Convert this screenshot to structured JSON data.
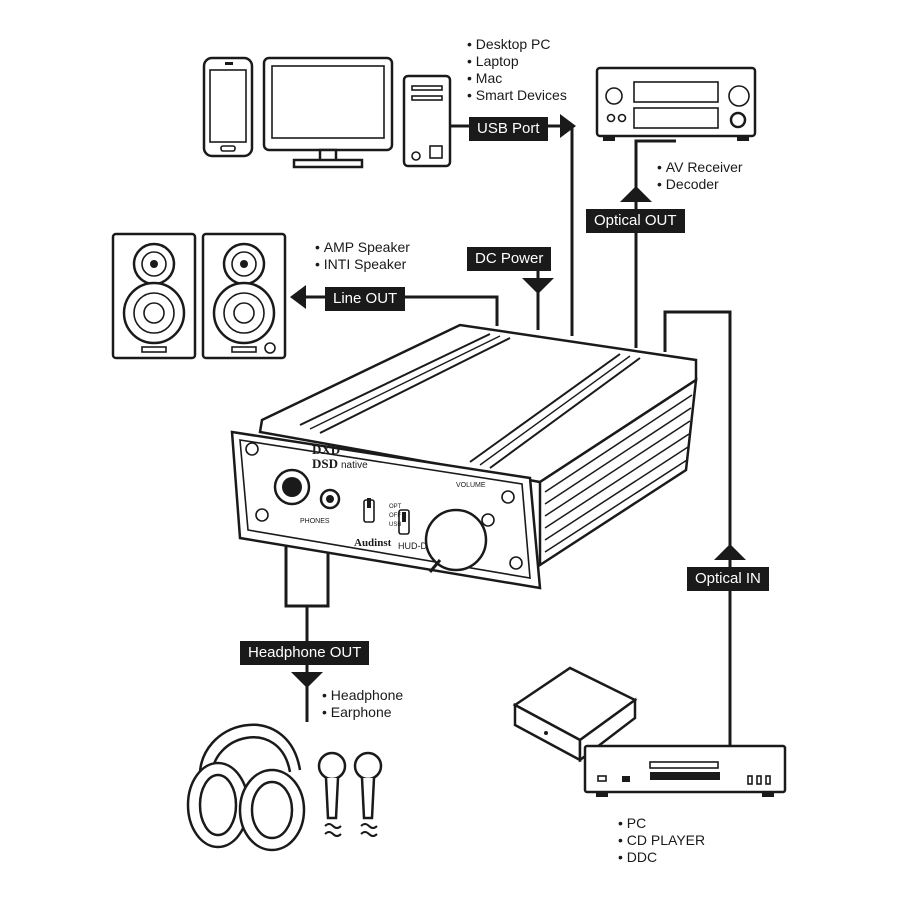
{
  "labels": {
    "usb_port": "USB Port",
    "optical_out": "Optical OUT",
    "dc_power": "DC Power",
    "line_out": "Line OUT",
    "optical_in": "Optical IN",
    "headphone_out": "Headphone OUT"
  },
  "lists": {
    "usb_sources": [
      "Desktop PC",
      "Laptop",
      "Mac",
      "Smart Devices"
    ],
    "optical_out_targets": [
      "AV Receiver",
      "Decoder"
    ],
    "speakers": [
      "AMP Speaker",
      "INTI Speaker"
    ],
    "headphones": [
      "Headphone",
      "Earphone"
    ],
    "optical_in_sources": [
      "PC",
      "CD PLAYER",
      "DDC"
    ]
  },
  "device": {
    "logo_line1": "DXD",
    "logo_line2": "DSD",
    "logo_native": "native",
    "brand": "Audinst",
    "model": "HUD-D",
    "volume_label": "VOLUME",
    "phones_label": "PHONES",
    "switch_opt": "OPT",
    "switch_off": "OFF",
    "switch_usb": "USB"
  },
  "colors": {
    "ink": "#1a1a1a",
    "background": "#ffffff",
    "panel_fill": "#f4f4f4"
  }
}
